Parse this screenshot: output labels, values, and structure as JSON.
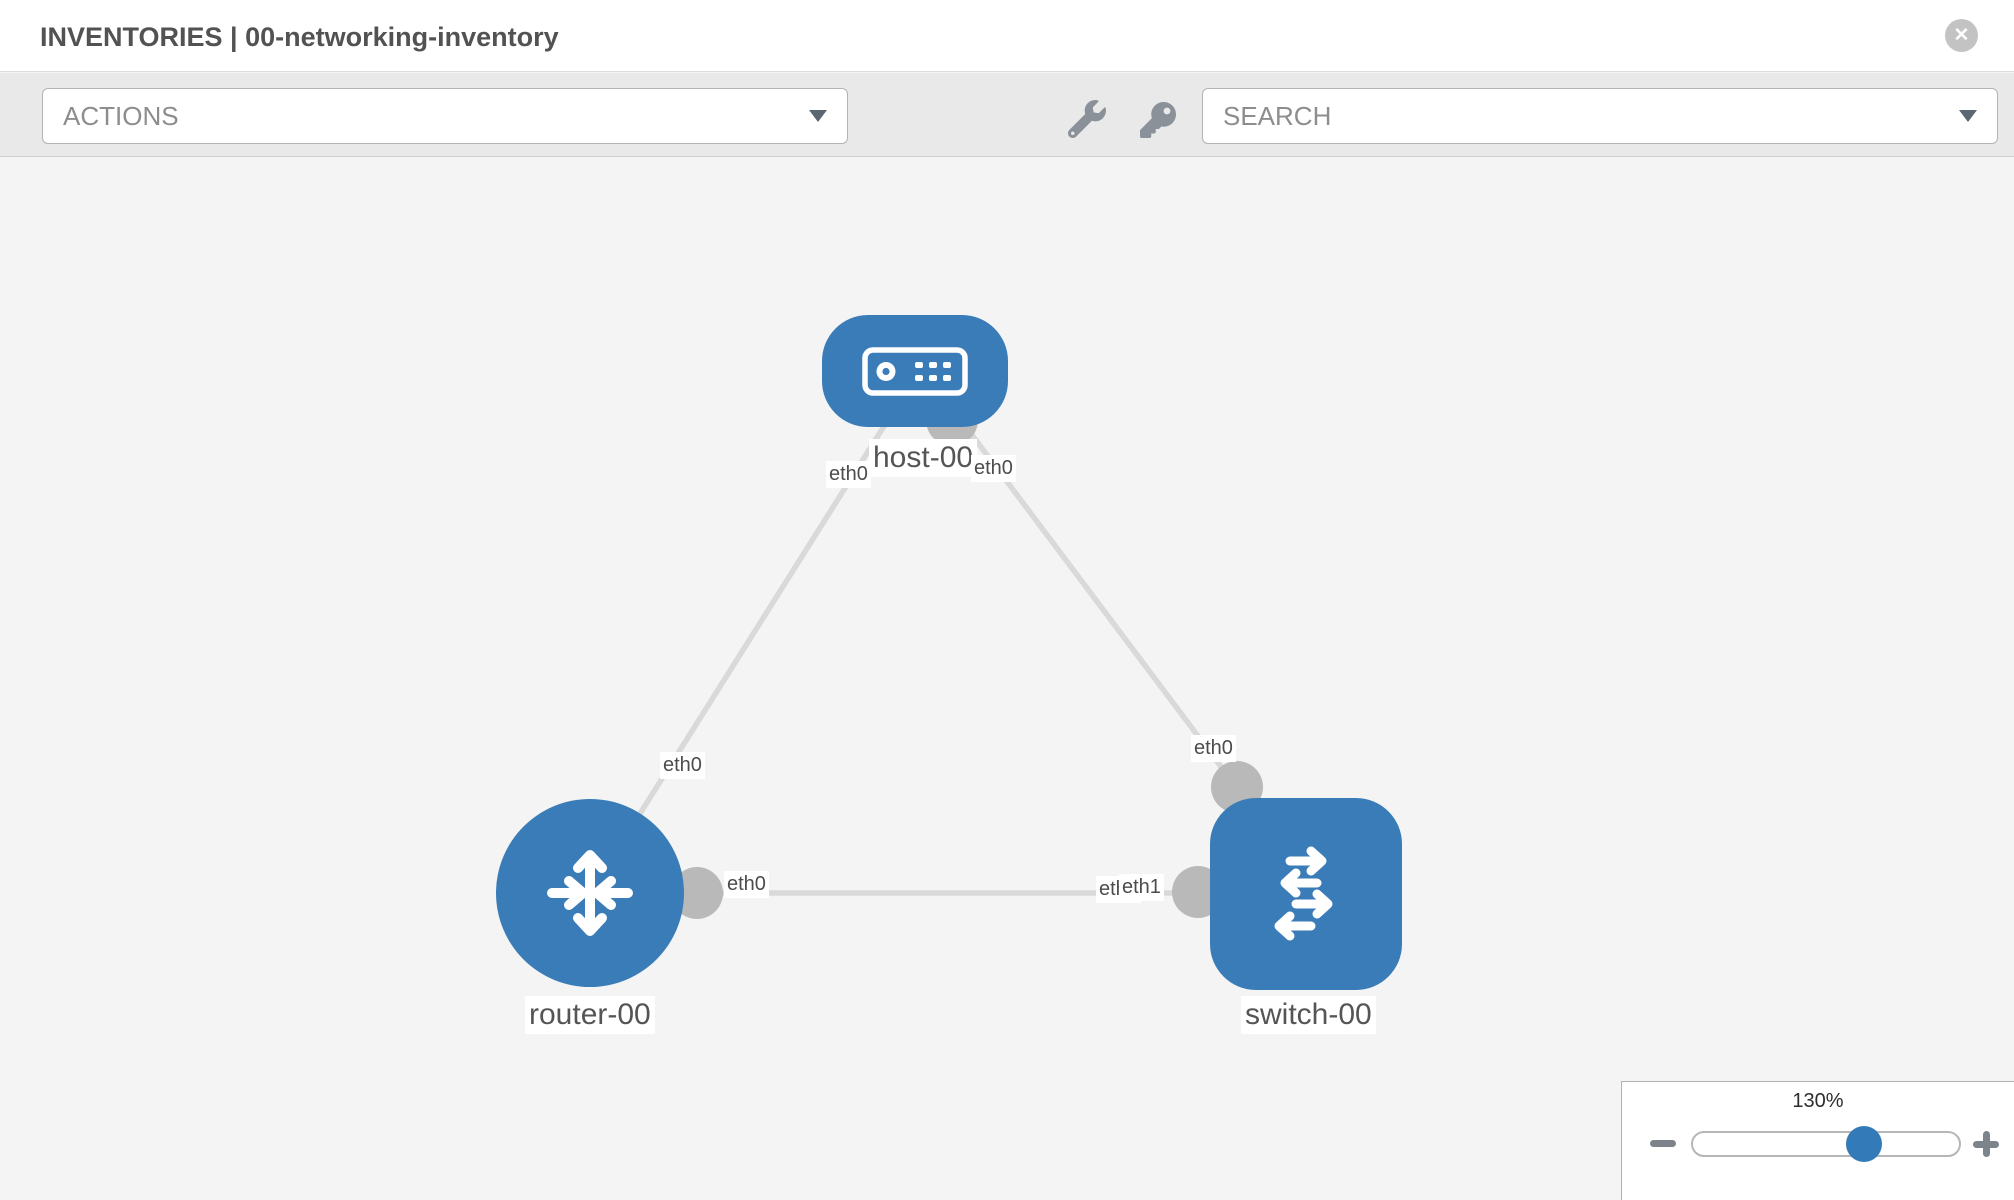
{
  "window": {
    "title": "INVENTORIES | 00-networking-inventory"
  },
  "toolbar": {
    "actions_label": "ACTIONS",
    "search_placeholder": "SEARCH"
  },
  "icons": {
    "close": "x-circle",
    "wrench": "wrench",
    "key": "key",
    "actions_caret": "chevron-down",
    "search_caret": "chevron-down",
    "host": "host-server",
    "router": "router-arrows",
    "switch": "switch-arrows",
    "zoom_out": "minus",
    "zoom_in": "plus"
  },
  "topology": {
    "nodes": [
      {
        "name": "host-00",
        "type": "host"
      },
      {
        "name": "router-00",
        "type": "router"
      },
      {
        "name": "switch-00",
        "type": "switch"
      }
    ],
    "links": [
      {
        "from": "host-00",
        "from_if": "eth0",
        "to": "router-00",
        "to_if": "eth0"
      },
      {
        "from": "host-00",
        "from_if": "eth0",
        "to": "switch-00",
        "to_if": "eth0"
      },
      {
        "from": "router-00",
        "from_if": "eth0",
        "to": "switch-00",
        "to_if": "eth1"
      }
    ],
    "labels": {
      "host": "host-00",
      "router": "router-00",
      "switch": "switch-00",
      "host_left_if": "eth0",
      "host_right_if": "eth0",
      "link1_router_if": "eth0",
      "link2_switch_if": "eth0",
      "link3_router_if": "eth0",
      "link3_switch_if_under": "eth0",
      "link3_switch_if": "eth1"
    },
    "colors": {
      "node_fill": "#3a7cb8",
      "link": "#d9d9d9",
      "interface_dot": "#b9b9b9",
      "canvas_bg": "#f4f4f4"
    }
  },
  "zoom_control": {
    "level": "130%"
  }
}
